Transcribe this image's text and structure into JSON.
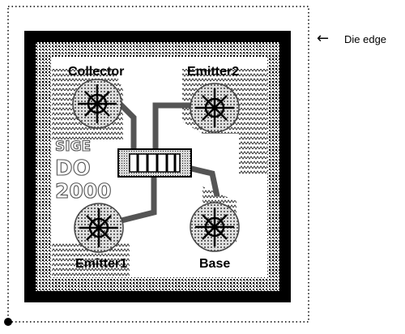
{
  "labels": {
    "collector": "Collector",
    "emitter2": "Emitter2",
    "emitter1": "Emitter1",
    "base": "Base",
    "die_edge": "Die edge"
  },
  "die_edge_arrow": "←",
  "die_marking": {
    "line1": "SIGE",
    "line2": "DO",
    "line3": "2000"
  }
}
